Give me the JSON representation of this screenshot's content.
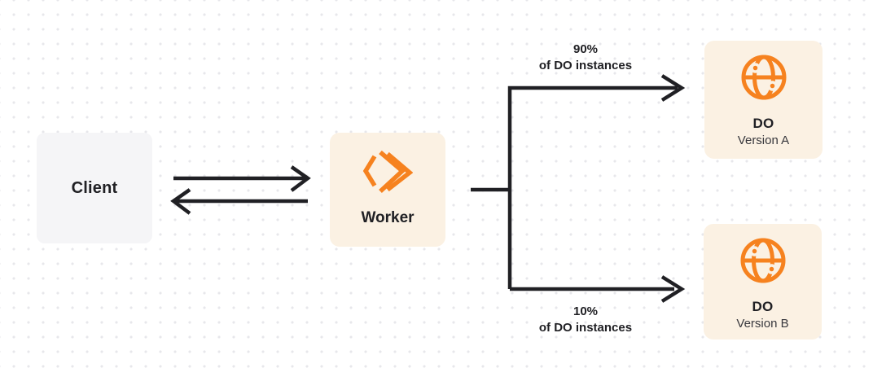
{
  "diagram": {
    "nodes": {
      "client": {
        "label": "Client"
      },
      "worker": {
        "label": "Worker",
        "icon": "workers-chevrons-icon"
      },
      "do_version_a": {
        "title": "DO",
        "subtitle": "Version A",
        "icon": "durable-objects-globe-icon"
      },
      "do_version_b": {
        "title": "DO",
        "subtitle": "Version B",
        "icon": "durable-objects-globe-icon"
      }
    },
    "edges": {
      "route_a": {
        "percent": "90%",
        "caption": "of DO instances"
      },
      "route_b": {
        "percent": "10%",
        "caption": "of DO instances"
      }
    },
    "colors": {
      "orange": "#F6821F",
      "cream": "#FBF1E3",
      "client_gray": "#F5F5F7",
      "ink": "#202024",
      "subtle_ink": "#38383D",
      "dot": "#E7E7EB"
    }
  }
}
